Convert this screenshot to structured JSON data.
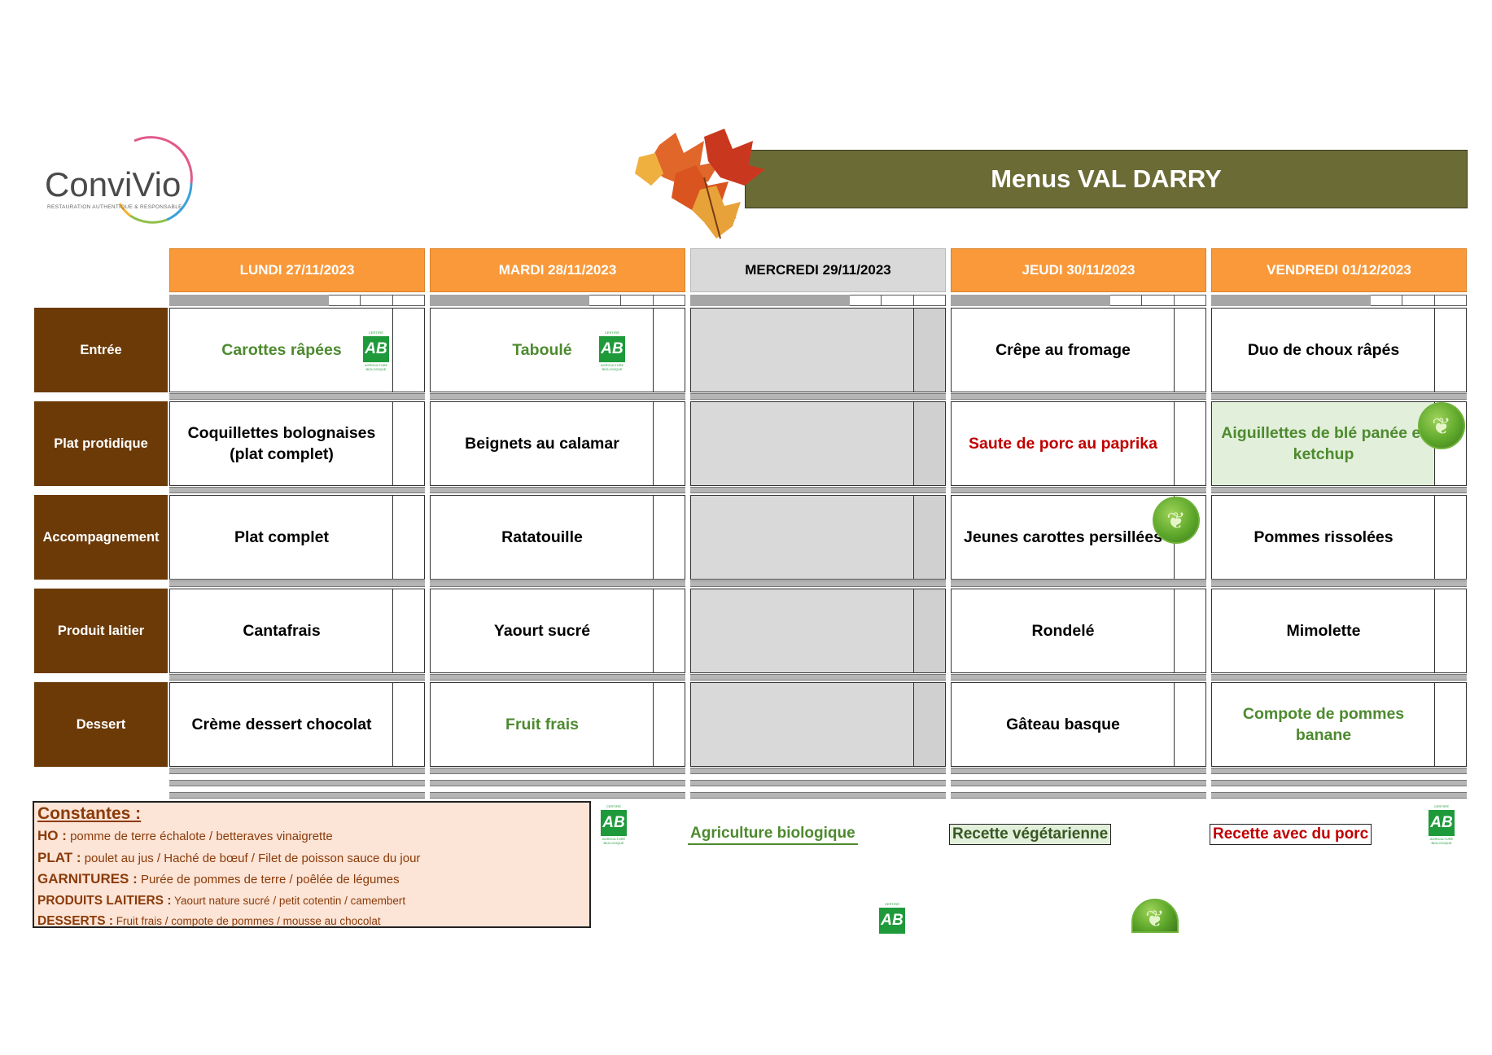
{
  "logo": {
    "name": "ConviVio",
    "tagline": "RESTAURATION AUTHENTIQUE & RESPONSABLE"
  },
  "title": "Menus VAL DARRY",
  "days": [
    {
      "label": "LUNDI  27/11/2023",
      "closed": false
    },
    {
      "label": "MARDI 28/11/2023",
      "closed": false
    },
    {
      "label": "MERCREDI 29/11/2023",
      "closed": true
    },
    {
      "label": "JEUDI 30/11/2023",
      "closed": false
    },
    {
      "label": "VENDREDI 01/12/2023",
      "closed": false
    }
  ],
  "rows": [
    {
      "label": "Entrée",
      "cells": [
        {
          "text": "Carottes râpées",
          "style": "bio",
          "ab": true
        },
        {
          "text": "Taboulé",
          "style": "bio",
          "ab": true
        },
        {
          "text": "",
          "style": "off"
        },
        {
          "text": "Crêpe au fromage",
          "style": "normal"
        },
        {
          "text": "Duo de choux râpés",
          "style": "normal"
        }
      ]
    },
    {
      "label": "Plat protidique",
      "cells": [
        {
          "text": "Coquillettes bolognaises (plat complet)",
          "style": "normal"
        },
        {
          "text": "Beignets au calamar",
          "style": "normal"
        },
        {
          "text": "",
          "style": "off"
        },
        {
          "text": "Saute de porc au paprika",
          "style": "pork"
        },
        {
          "text": "Aiguillettes de blé panée et ketchup",
          "style": "veg",
          "vegBadge": true
        }
      ]
    },
    {
      "label": "Accompagnement",
      "cells": [
        {
          "text": "Plat complet",
          "style": "normal"
        },
        {
          "text": "Ratatouille",
          "style": "normal"
        },
        {
          "text": "",
          "style": "off"
        },
        {
          "text": "Jeunes carottes persillées",
          "style": "normal",
          "vegBadge": true
        },
        {
          "text": "Pommes rissolées",
          "style": "normal"
        }
      ]
    },
    {
      "label": "Produit laitier",
      "cells": [
        {
          "text": "Cantafrais",
          "style": "normal"
        },
        {
          "text": "Yaourt sucré",
          "style": "normal"
        },
        {
          "text": "",
          "style": "off"
        },
        {
          "text": "Rondelé",
          "style": "normal"
        },
        {
          "text": "Mimolette",
          "style": "normal"
        }
      ]
    },
    {
      "label": "Dessert",
      "cells": [
        {
          "text": "Crème dessert chocolat",
          "style": "normal"
        },
        {
          "text": "Fruit frais",
          "style": "bio"
        },
        {
          "text": "",
          "style": "off"
        },
        {
          "text": "Gâteau basque",
          "style": "normal"
        },
        {
          "text": "Compote de pommes banane",
          "style": "bio"
        }
      ]
    }
  ],
  "constantes": {
    "title": "Constantes :",
    "lines": [
      {
        "key": "HO :",
        "value": "pomme de terre échalote / betteraves vinaigrette"
      },
      {
        "key": "PLAT :",
        "value": "poulet au jus / Haché de bœuf / Filet de poisson sauce du jour"
      },
      {
        "key": "GARNITURES :",
        "value": "Purée de pommes de terre  /  poêlée de légumes"
      },
      {
        "key": "PRODUITS LAITIERS :",
        "value": "Yaourt nature sucré / petit cotentin / camembert"
      },
      {
        "key": "DESSERTS :",
        "value": "Fruit frais / compote de pommes / mousse au chocolat"
      }
    ]
  },
  "legend": {
    "bio": "Agriculture biologique",
    "veg": "Recette végétarienne",
    "pork": "Recette avec du porc"
  },
  "badge": {
    "ab_text": "AB",
    "ab_top": "CERTIFIÉ",
    "ab_bottom": "AGRICULTURE BIOLOGIQUE"
  },
  "colors": {
    "orange": "#f9993a",
    "brown": "#6b3a07",
    "olive": "#6b6b36",
    "bio_green": "#4d8a2f",
    "pork_red": "#c00000",
    "veg_bg": "#e2efda",
    "constantes_bg": "#fce4d6"
  }
}
